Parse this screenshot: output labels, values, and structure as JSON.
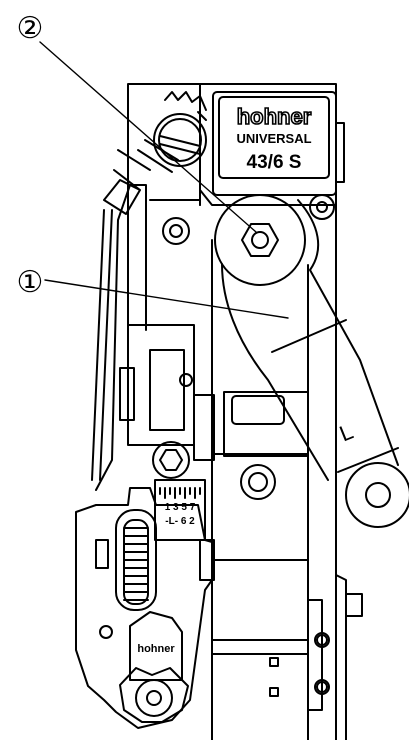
{
  "callouts": [
    {
      "id": "1",
      "symbol": "①"
    },
    {
      "id": "2",
      "symbol": "②"
    }
  ],
  "brand_plate": {
    "brand": "hohner",
    "model": "UNIVERSAL",
    "type": "43/6 S"
  },
  "lever_label": "L",
  "scale": {
    "top_digits": "1 3 5 7",
    "bottom_digits": "-L- 6 2"
  },
  "knob_brand": "hohner",
  "colors": {
    "line": "#000000",
    "background": "#ffffff",
    "plate_fill": "#ffffff"
  }
}
